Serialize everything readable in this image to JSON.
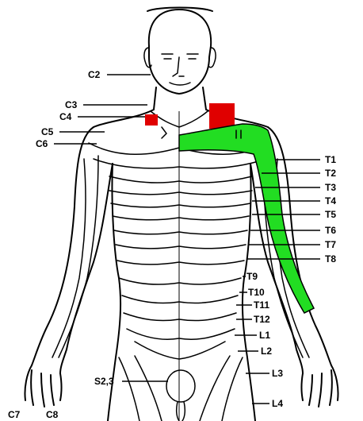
{
  "labels": {
    "c2": "C2",
    "c3": "C3",
    "c4": "C4",
    "c5": "C5",
    "c6": "C6",
    "t1": "T1",
    "t2": "T2",
    "t3": "T3",
    "t4": "T4",
    "t5": "T5",
    "t6": "T6",
    "t7": "T7",
    "t8": "T8",
    "t9": "T9",
    "t10": "T10",
    "t11": "T11",
    "t12": "T12",
    "l1": "L1",
    "l2": "L2",
    "l3": "L3",
    "l4": "L4",
    "s23": "S2,3",
    "c7": "C7",
    "c8": "C8"
  },
  "highlight_colors": {
    "red_area": "#e00000",
    "green_area": "#22dd22"
  }
}
